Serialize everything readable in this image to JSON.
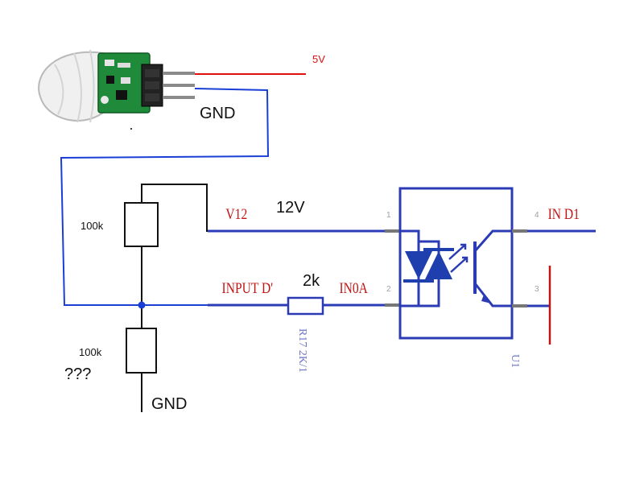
{
  "colors": {
    "red_wire": "#e01010",
    "blue_wire": "#1a3fd6",
    "black_wire": "#111111",
    "schematic_blue": "#2b3bb5",
    "schematic_red": "#c01515",
    "optocoupler_fill": "#1f3fae",
    "pcb_green": "#1f8a3a",
    "dome_white": "#f2f2f2"
  },
  "sensor": {
    "label_5v": "5V",
    "label_gnd": "GND"
  },
  "divider": {
    "top_resistor": "100k",
    "bottom_resistor": "100k",
    "question": "???",
    "label_gnd": "GND"
  },
  "schematic": {
    "net_v12": "V12",
    "v12_value": "12V",
    "net_input": "INPUT D'",
    "series_resistor_value": "2k",
    "net_in0a": "IN0A",
    "net_in_d1": "IN D1",
    "resistor_ref": "R17 2K/1",
    "ic_ref": "U1",
    "pin_4": "4",
    "pin_3": "3",
    "pin_1": "1",
    "pin_2": "2"
  }
}
